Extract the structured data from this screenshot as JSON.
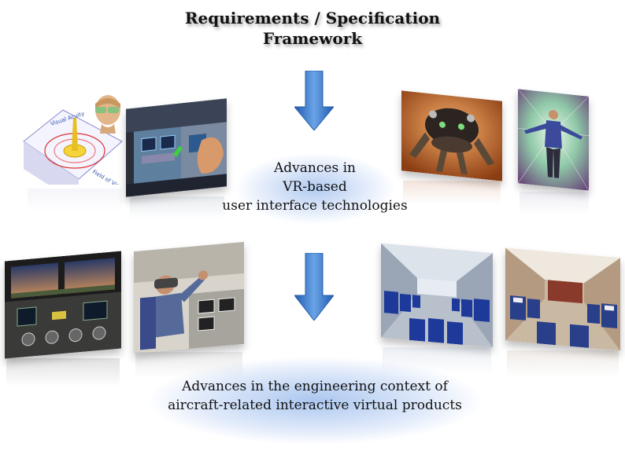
{
  "title": {
    "line1": "Requirements / Specification",
    "line2": "Framework"
  },
  "middle_box": {
    "line1": "Advances in",
    "line2": "VR-based",
    "line3": "user interface technologies"
  },
  "bottom_box": {
    "line1": "Advances in the  engineering context of",
    "line2": "aircraft-related interactive virtual products"
  },
  "chart_image": {
    "label1": "Visual Acuity",
    "label2": "Field of View"
  },
  "colors": {
    "arrow": "#3a78c8",
    "glow": "#a9c4ee"
  }
}
